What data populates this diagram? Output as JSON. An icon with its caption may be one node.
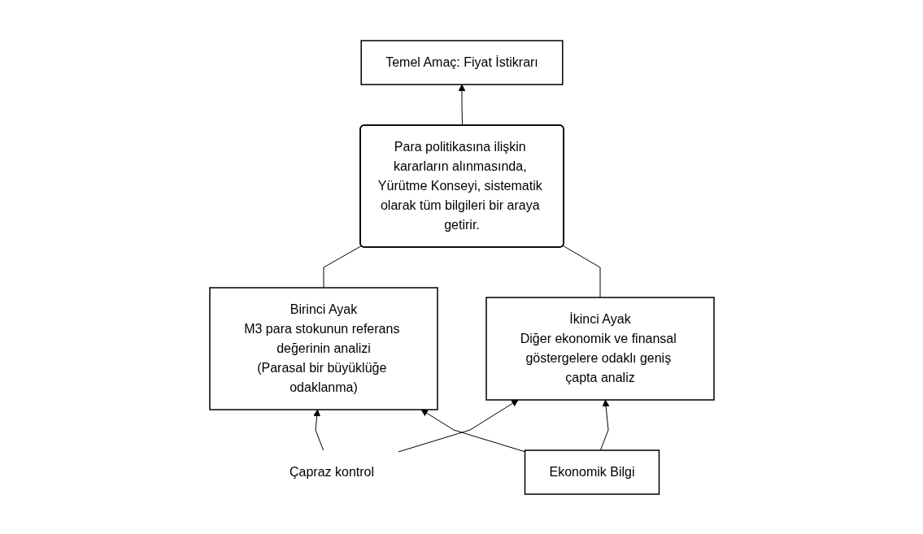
{
  "diagram": {
    "nodes": [
      {
        "text": [
          "Temel Amaç: Fiyat İstikrarı"
        ]
      },
      {
        "text": [
          "Para politikasına ilişkin kararların alınmasında, Yürütme Konseyi, sistematik olarak tüm bilgileri bir araya getirir."
        ]
      },
      {
        "text": [
          "Birinci Ayak",
          "M3 para stokunun referans değerinin analizi",
          "(Parasal bir büyüklüğe odaklanma)"
        ]
      },
      {
        "text": [
          "Çapraz kontrol"
        ]
      },
      {
        "text": [
          "İkinci Ayak",
          "Diğer ekonomik ve finansal göstergelere odaklı geniş çapta analiz"
        ]
      },
      {
        "text": [
          "Ekonomik Bilgi"
        ]
      }
    ],
    "edges": [
      {
        "from": 1,
        "to": 0,
        "arrow": "to"
      },
      {
        "from": 2,
        "to": 1,
        "arrow": "none"
      },
      {
        "from": 4,
        "to": 1,
        "arrow": "none"
      },
      {
        "from": 3,
        "to": 2,
        "arrow": "to"
      },
      {
        "from": 3,
        "to": 4,
        "arrow": "to"
      },
      {
        "from": 5,
        "to": 2,
        "arrow": "to"
      },
      {
        "from": 5,
        "to": 4,
        "arrow": "to"
      }
    ]
  }
}
